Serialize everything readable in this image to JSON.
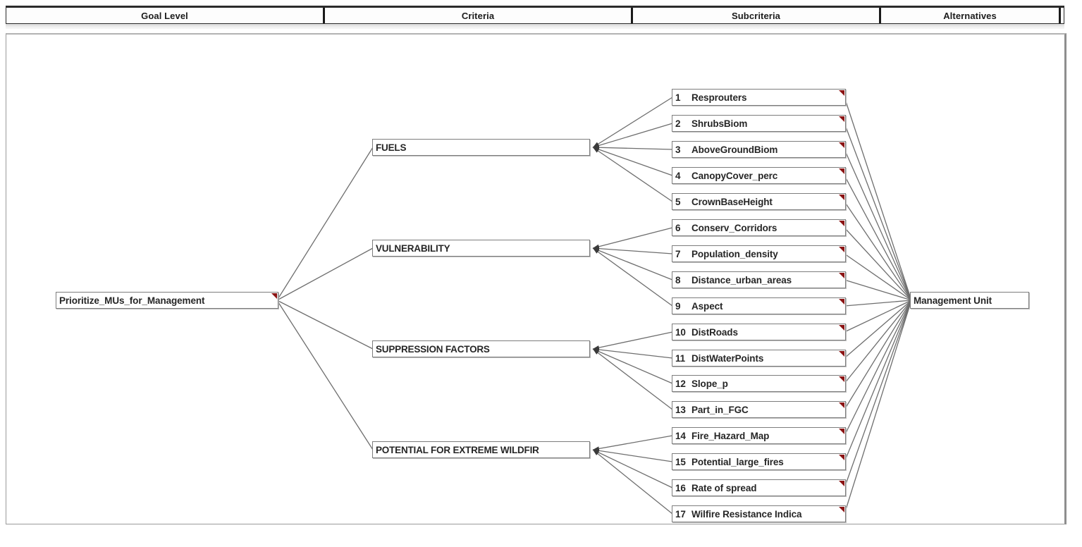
{
  "header": {
    "columns": [
      {
        "id": "goal",
        "label": "Goal Level"
      },
      {
        "id": "criteria",
        "label": "Criteria"
      },
      {
        "id": "subcriteria",
        "label": "Subcriteria"
      },
      {
        "id": "alternatives",
        "label": "Alternatives"
      }
    ]
  },
  "diagram": {
    "type": "hierarchy-tree",
    "orientation": "left-to-right",
    "colors": {
      "node_fill": "#ffffff",
      "node_border": "#7d7d7d",
      "link": "#6e6e6e",
      "corner_flag": "#8c1414",
      "header_divider": "#1a1a1a"
    },
    "goal": {
      "label": "Prioritize_MUs_for_Management",
      "has_flag": true
    },
    "criteria": [
      {
        "label": "FUELS",
        "has_flag": false
      },
      {
        "label": "VULNERABILITY",
        "has_flag": false
      },
      {
        "label": "SUPPRESSION FACTORS",
        "has_flag": false
      },
      {
        "label": "POTENTIAL FOR EXTREME WILDFIR",
        "has_flag": false
      }
    ],
    "subcriteria": [
      {
        "index": "1",
        "label": "Resprouters",
        "parent": "FUELS",
        "has_flag": true
      },
      {
        "index": "2",
        "label": "ShrubsBiom",
        "parent": "FUELS",
        "has_flag": true
      },
      {
        "index": "3",
        "label": "AboveGroundBiom",
        "parent": "FUELS",
        "has_flag": true
      },
      {
        "index": "4",
        "label": "CanopyCover_perc",
        "parent": "FUELS",
        "has_flag": true
      },
      {
        "index": "5",
        "label": "CrownBaseHeight",
        "parent": "FUELS",
        "has_flag": true
      },
      {
        "index": "6",
        "label": "Conserv_Corridors",
        "parent": "VULNERABILITY",
        "has_flag": true
      },
      {
        "index": "7",
        "label": "Population_density",
        "parent": "VULNERABILITY",
        "has_flag": true
      },
      {
        "index": "8",
        "label": "Distance_urban_areas",
        "parent": "VULNERABILITY",
        "has_flag": true
      },
      {
        "index": "9",
        "label": "Aspect",
        "parent": "VULNERABILITY",
        "has_flag": true
      },
      {
        "index": "10",
        "label": "DistRoads",
        "parent": "SUPPRESSION FACTORS",
        "has_flag": true
      },
      {
        "index": "11",
        "label": "DistWaterPoints",
        "parent": "SUPPRESSION FACTORS",
        "has_flag": true
      },
      {
        "index": "12",
        "label": "Slope_p",
        "parent": "SUPPRESSION FACTORS",
        "has_flag": true
      },
      {
        "index": "13",
        "label": "Part_in_FGC",
        "parent": "SUPPRESSION FACTORS",
        "has_flag": true
      },
      {
        "index": "14",
        "label": "Fire_Hazard_Map",
        "parent": "POTENTIAL FOR EXTREME WILDFIR",
        "has_flag": true
      },
      {
        "index": "15",
        "label": "Potential_large_fires",
        "parent": "POTENTIAL FOR EXTREME WILDFIR",
        "has_flag": true
      },
      {
        "index": "16",
        "label": "Rate of spread",
        "parent": "POTENTIAL FOR EXTREME WILDFIR",
        "has_flag": true
      },
      {
        "index": "17",
        "label": "Wilfire Resistance Indica",
        "parent": "POTENTIAL FOR EXTREME WILDFIR",
        "has_flag": true
      }
    ],
    "alternatives": [
      {
        "label": "Management Unit",
        "has_flag": false
      }
    ]
  }
}
